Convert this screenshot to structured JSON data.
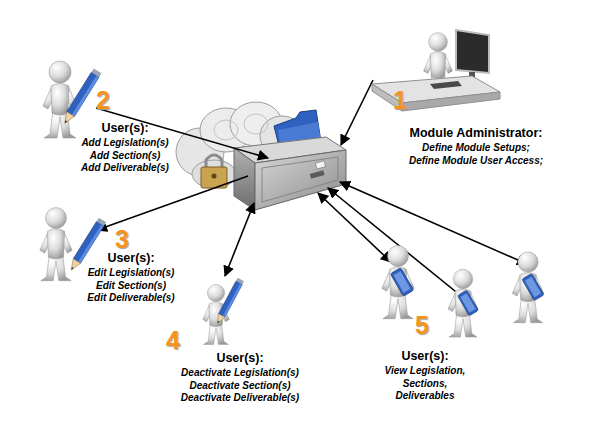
{
  "diagram": {
    "nodes": [
      {
        "text": [
          "Module Administrator:",
          "Define Module Setups; Define Module User Access;"
        ]
      },
      {
        "text": [
          "User(s):",
          "Add Legislation(s) Add Section(s) Add Deliverable(s)"
        ]
      },
      {
        "text": [
          "User(s):",
          "Edit Legislation(s) Edit Section(s) Edit Deliverable(s)"
        ]
      },
      {
        "text": [
          "User(s):",
          "Deactivate Legislation(s) Deactivate Section(s) Deactivate Deliverable(s)"
        ]
      },
      {
        "text": [
          "User(s):",
          "View Legislation, Sections, Deliverables"
        ]
      }
    ],
    "labels": [
      "1",
      "2",
      "3",
      "4",
      "5"
    ]
  }
}
